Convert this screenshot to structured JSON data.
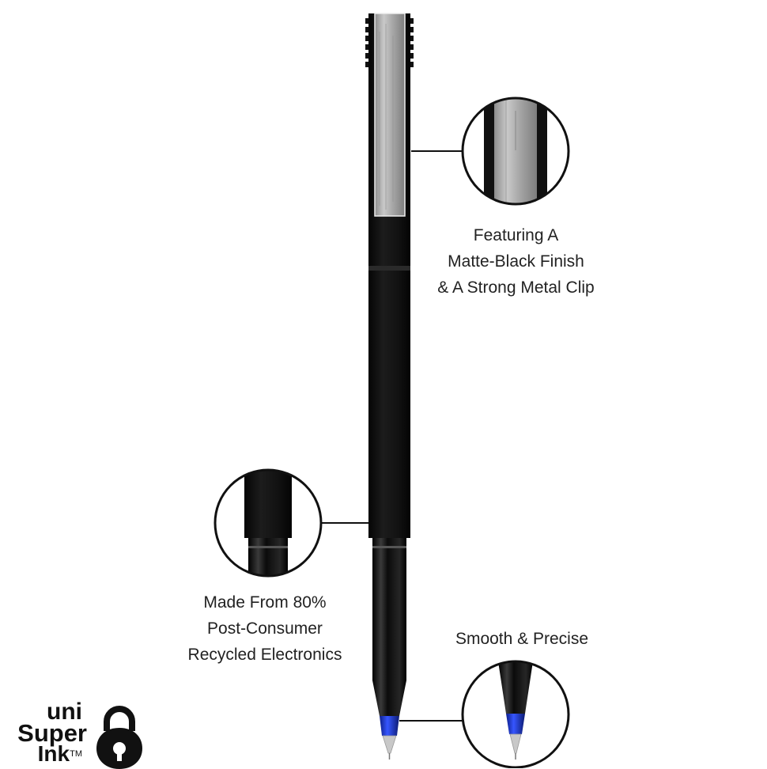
{
  "callouts": {
    "clip": {
      "lines": [
        "Featuring A",
        "Matte-Black Finish",
        "& A Strong Metal Clip"
      ]
    },
    "barrel": {
      "lines": [
        "Made From 80%",
        "Post-Consumer",
        "Recycled Electronics"
      ]
    },
    "tip": {
      "lines": [
        "Smooth & Precise"
      ]
    }
  },
  "brand": {
    "line1": "uni",
    "line2": "Super",
    "line3": "Ink",
    "trademark": "TM"
  },
  "colors": {
    "pen_body": "#111111",
    "clip_metal": "#b4b4b4",
    "tip_band": "#1f3fd0",
    "text": "#222222"
  }
}
